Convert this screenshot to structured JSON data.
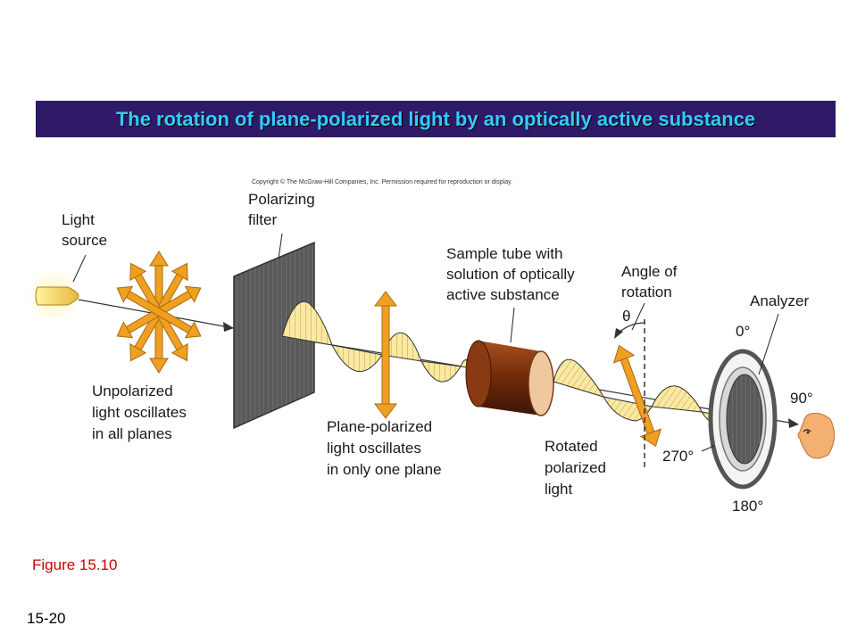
{
  "title": "The rotation of plane-polarized light by an optically active substance",
  "copyright": "Copyright © The McGraw-Hill Companies, Inc. Permission required for reproduction or display.",
  "labels": {
    "light_source": [
      "Light",
      "source"
    ],
    "polarizing_filter": [
      "Polarizing",
      "filter"
    ],
    "sample_tube": [
      "Sample tube with",
      "solution of optically",
      "active substance"
    ],
    "angle_of_rotation": [
      "Angle of",
      "rotation"
    ],
    "theta": "θ",
    "analyzer": "Analyzer",
    "unpolarized": [
      "Unpolarized",
      "light oscillates",
      "in all planes"
    ],
    "plane_polarized": [
      "Plane-polarized",
      "light oscillates",
      "in only one plane"
    ],
    "rotated": [
      "Rotated",
      "polarized",
      "light"
    ],
    "deg_0": "0°",
    "deg_90": "90°",
    "deg_180": "180°",
    "deg_270": "270°"
  },
  "figure_label": "Figure 15.10",
  "slide_number": "15-20",
  "colors": {
    "title_bg": "#2e1a66",
    "title_text": "#33ccff",
    "arrow_orange": "#f0a020",
    "wave_fill": "#fbe9a0",
    "tube": "#7a2e0c",
    "filter": "#555555",
    "figure_label": "#cc0000"
  }
}
